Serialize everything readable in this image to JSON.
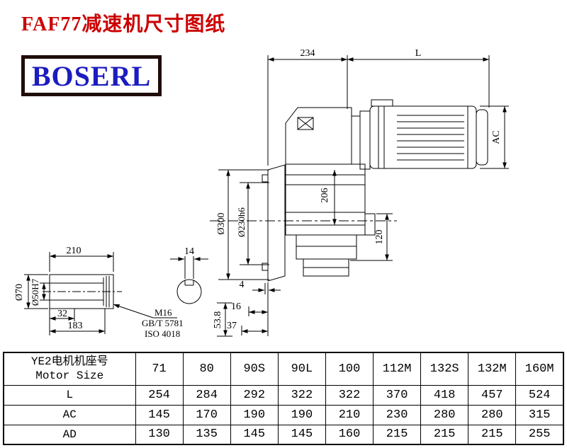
{
  "page": {
    "title": "FAF77减速机尺寸图纸",
    "logo": "BOSERL"
  },
  "drawing": {
    "dim_234": "234",
    "dim_L": "L",
    "dim_AC": "AC",
    "dim_206": "206",
    "flange_od": "Ø300",
    "spigot_diameter": "Ø230h6",
    "dim_120": "120",
    "shaft_length": "210",
    "key_width": "14",
    "dim_4": "4",
    "dim_16": "16",
    "dim_37": "37",
    "dim_53_8": "53.8",
    "shaft_od": "Ø70",
    "bore_diameter": "Ø50H7",
    "dim_32": "32",
    "dim_183": "183",
    "thread_spec": "M16",
    "standard_gb": "GB/T 5781",
    "standard_iso": "ISO 4018"
  },
  "table": {
    "header_line1": "YE2电机机座号",
    "header_line2": "Motor Size",
    "columns": [
      "71",
      "80",
      "90S",
      "90L",
      "100",
      "112M",
      "132S",
      "132M",
      "160M"
    ],
    "rows": [
      {
        "label": "L",
        "values": [
          "254",
          "284",
          "292",
          "322",
          "322",
          "370",
          "418",
          "457",
          "524"
        ]
      },
      {
        "label": "AC",
        "values": [
          "145",
          "170",
          "190",
          "190",
          "210",
          "230",
          "280",
          "280",
          "315"
        ]
      },
      {
        "label": "AD",
        "values": [
          "130",
          "135",
          "145",
          "145",
          "160",
          "215",
          "215",
          "215",
          "255"
        ]
      }
    ]
  }
}
